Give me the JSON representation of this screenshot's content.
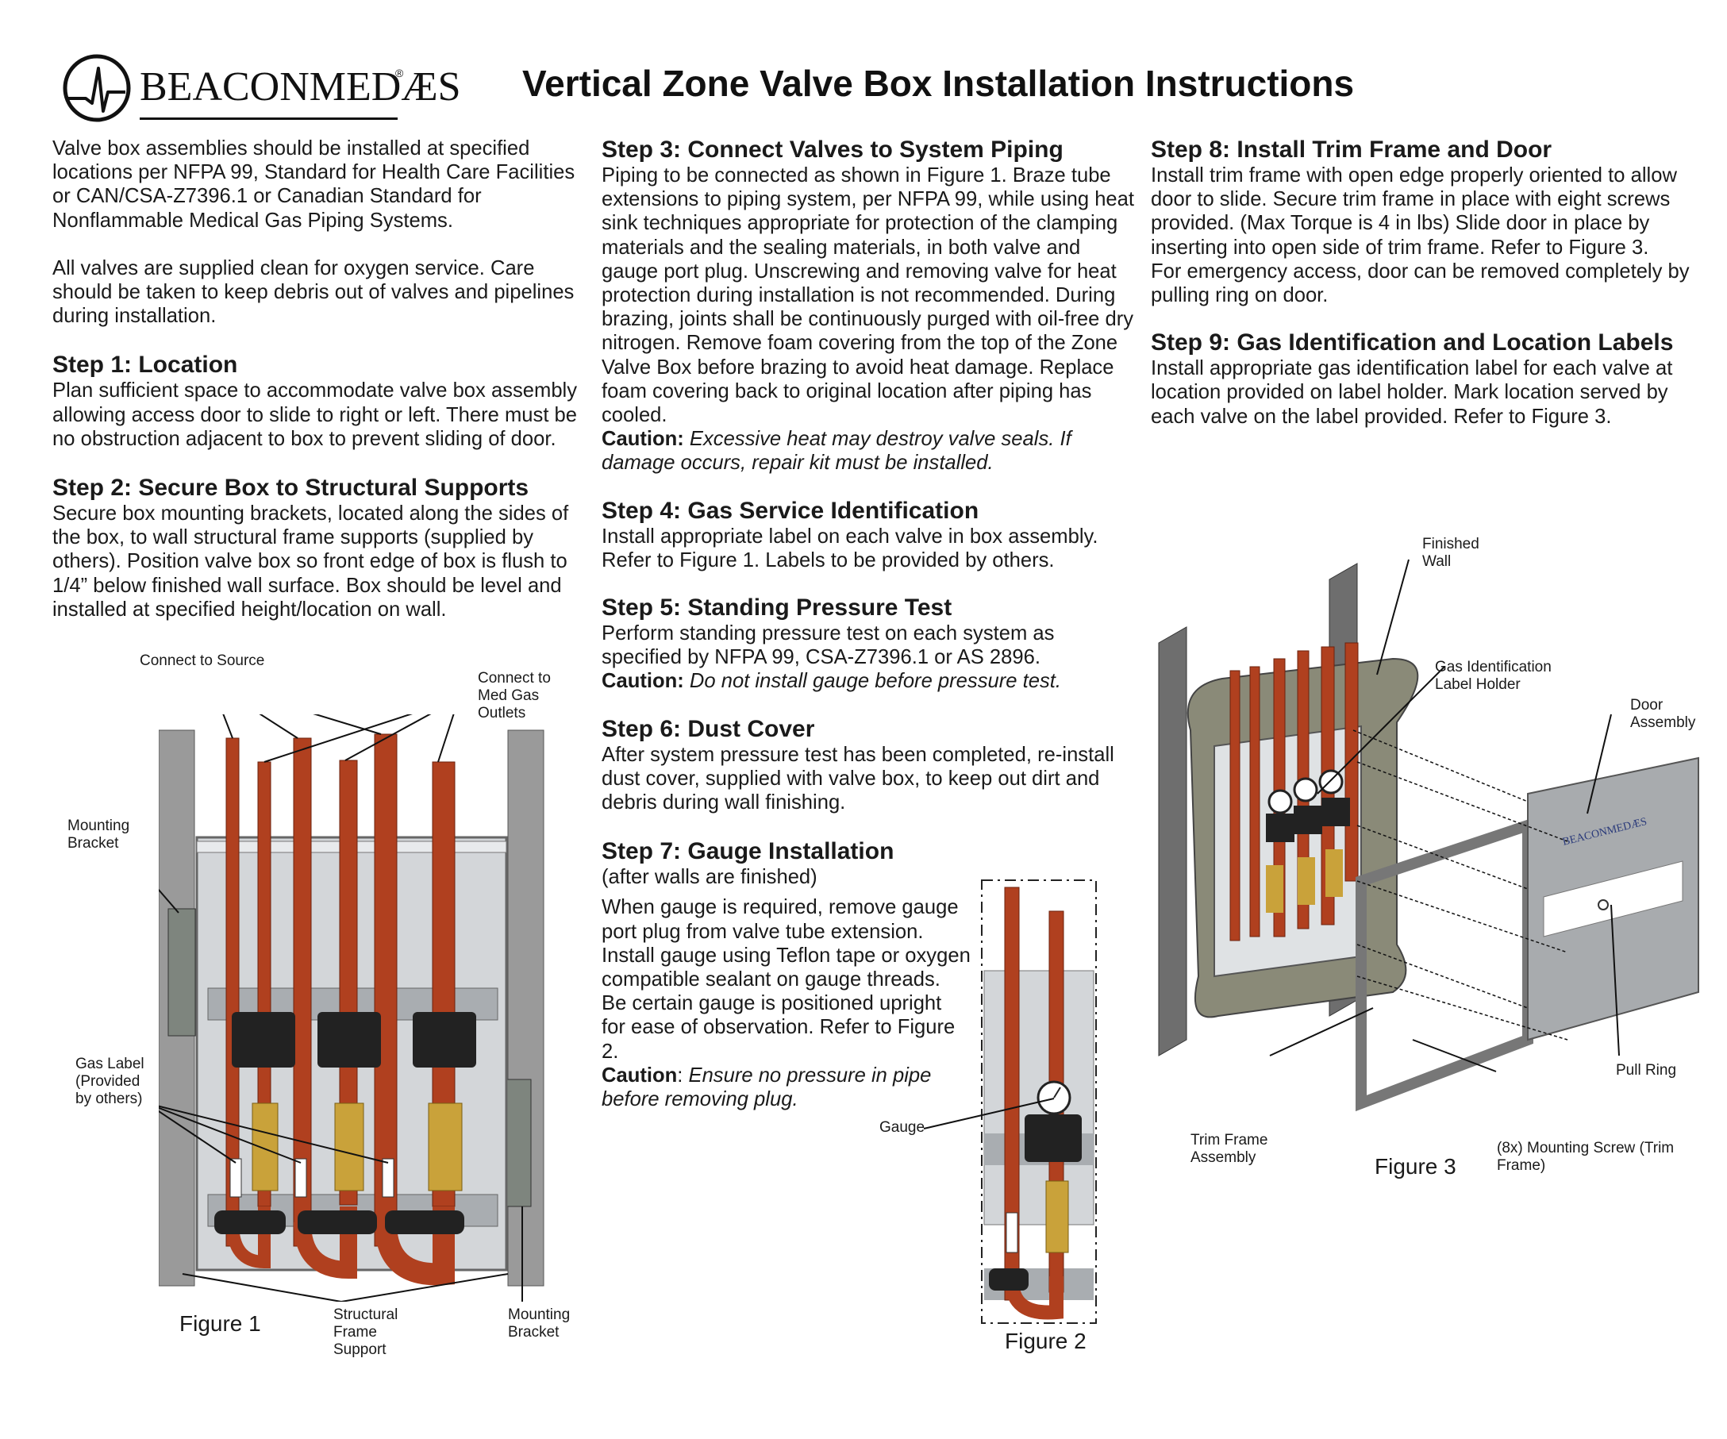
{
  "brand": {
    "name": "BeaconMedæs",
    "logo_text": "BEACONMEDÆS",
    "registered": "®"
  },
  "title": "Vertical Zone Valve Box Installation Instructions",
  "intro": [
    "Valve box assemblies should be installed at specified locations per NFPA 99, Standard for Health Care Facilities or CAN/CSA-Z7396.1 or Canadian Standard for Nonflammable Medical Gas Piping Systems.",
    "All valves are supplied clean for oxygen service. Care should be taken to keep debris out of valves and pipelines during installation."
  ],
  "steps": {
    "s1": {
      "heading": "Step 1: Location",
      "body": "Plan sufficient space to accommodate valve box assembly allowing access door to slide to right or left. There must be no obstruction adjacent to box to prevent sliding of door."
    },
    "s2": {
      "heading": "Step 2: Secure Box to Structural Supports",
      "body": "Secure box mounting brackets, located along the sides of the box, to wall structural frame supports (supplied by others). Position valve box so front edge of box is flush to 1/4” below finished wall surface. Box should be level and installed at specified height/location on wall."
    },
    "s3": {
      "heading": "Step 3: Connect Valves to System Piping",
      "body": "Piping to be connected as shown in Figure 1. Braze tube extensions to piping system, per NFPA 99, while using heat sink techniques appropriate for protection of the clamping materials and the sealing materials, in both valve and gauge port plug. Unscrewing and removing valve for heat protection during installation is not recommended. During brazing, joints shall be continuously purged with oil-free dry nitrogen. Remove foam covering from the top of the Zone Valve Box before brazing to avoid heat damage. Replace foam covering back to original location after piping has cooled.",
      "caution_label": "Caution:",
      "caution": "Excessive heat may destroy valve seals. If damage occurs, repair kit must be installed."
    },
    "s4": {
      "heading": "Step 4: Gas Service Identification",
      "body": "Install appropriate label on each valve  in box assembly. Refer to Figure 1. Labels to be provided by others."
    },
    "s5": {
      "heading": "Step 5: Standing Pressure Test",
      "body": "Perform standing pressure test on each system as specified by NFPA 99, CSA-Z7396.1 or AS 2896.",
      "caution_label": "Caution:",
      "caution": "Do not install gauge before pressure test."
    },
    "s6": {
      "heading": "Step 6: Dust Cover",
      "body": "After system pressure test has been completed, re-install dust cover, supplied with valve box, to keep out dirt and debris during wall finishing."
    },
    "s7": {
      "heading": "Step 7: Gauge Installation",
      "sub": "(after walls are finished)",
      "body": "When gauge is required, remove gauge port plug from valve tube extension. Install gauge using Teflon tape or oxygen compatible sealant on gauge threads. Be certain gauge is positioned upright for ease of observation. Refer to Figure 2.",
      "caution_label": "Caution",
      "caution": "Ensure no pressure in pipe before removing plug."
    },
    "s8": {
      "heading": "Step 8: Install Trim Frame and Door",
      "body": "Install trim frame with open edge properly oriented to allow door to slide. Secure trim frame in place with eight screws provided. (Max Torque is 4 in lbs) Slide door in place by inserting into open side of trim frame. Refer to Figure 3.",
      "body2": "For emergency access, door can be removed completely by pulling ring on door."
    },
    "s9": {
      "heading": "Step 9: Gas Identification and Location Labels",
      "body": "Install appropriate gas identification label for each valve at location provided on label holder. Mark location served by each valve on the label provided. Refer to Figure 3."
    }
  },
  "figure1": {
    "caption": "Figure 1",
    "labels": {
      "source": "Connect to Source",
      "outlets": "Connect to Med Gas Outlets",
      "bracket_left": "Mounting Bracket",
      "gas_label": "Gas Label (Provided by others)",
      "structural": "Structural Frame Support",
      "bracket_right": "Mounting Bracket"
    }
  },
  "figure2": {
    "caption": "Figure 2",
    "labels": {
      "gauge": "Gauge"
    }
  },
  "figure3": {
    "caption": "Figure 3",
    "labels": {
      "finished_wall": "Finished Wall",
      "label_holder": "Gas Identification Label Holder",
      "door": "Door Assembly",
      "pull_ring": "Pull Ring",
      "trim": "Trim Frame Assembly",
      "screws": "(8x) Mounting Screw (Trim Frame)",
      "door_brand": "BEACONMEDÆS"
    }
  },
  "colors": {
    "copper": "#b0401f",
    "copper_light": "#d96a3a",
    "box_gray": "#c9ccd0",
    "brass": "#c9a23a",
    "wall": "#8a8a78"
  }
}
